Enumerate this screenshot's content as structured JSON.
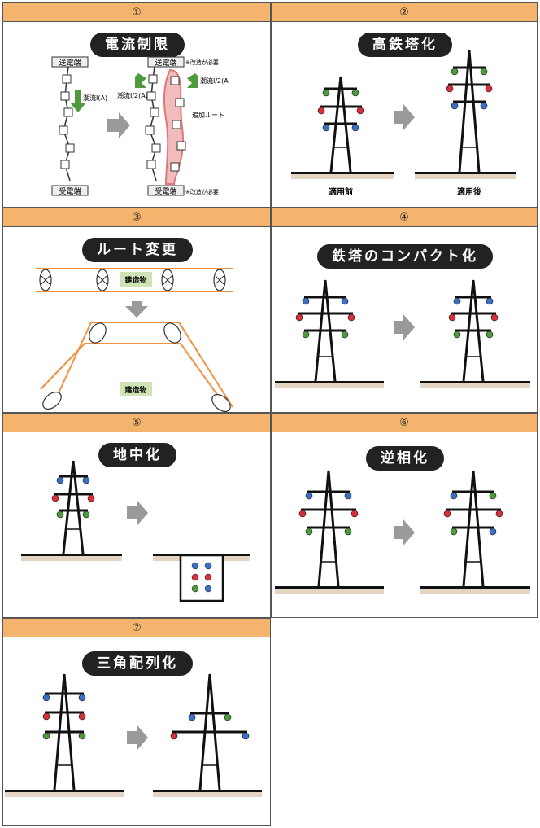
{
  "panels": [
    {
      "number": "①",
      "title": "電流制限",
      "label_send": "送電端",
      "label_receive": "受電端",
      "flow_full": "潮流Ⅰ(A)",
      "flow_half": "潮流Ⅰ/2(A)",
      "flow_half_right": "潮流Ⅰ/2(A",
      "note_mod": "※改造が必要",
      "note_add": "追加ルート"
    },
    {
      "number": "②",
      "title": "高鉄塔化",
      "before": "適用前",
      "after": "適用後"
    },
    {
      "number": "③",
      "title": "ルート変更",
      "building": "建造物"
    },
    {
      "number": "④",
      "title": "鉄塔のコンパクト化"
    },
    {
      "number": "⑤",
      "title": "地中化"
    },
    {
      "number": "⑥",
      "title": "逆相化"
    },
    {
      "number": "⑦",
      "title": "三角配列化"
    }
  ],
  "colors": {
    "header": "#f5b46e",
    "pill": "#222222",
    "red": "#d6303a",
    "blue": "#3b6fc4",
    "green": "#4f9a3e",
    "arrow": "#9a9a9a",
    "route": "#f09040"
  }
}
